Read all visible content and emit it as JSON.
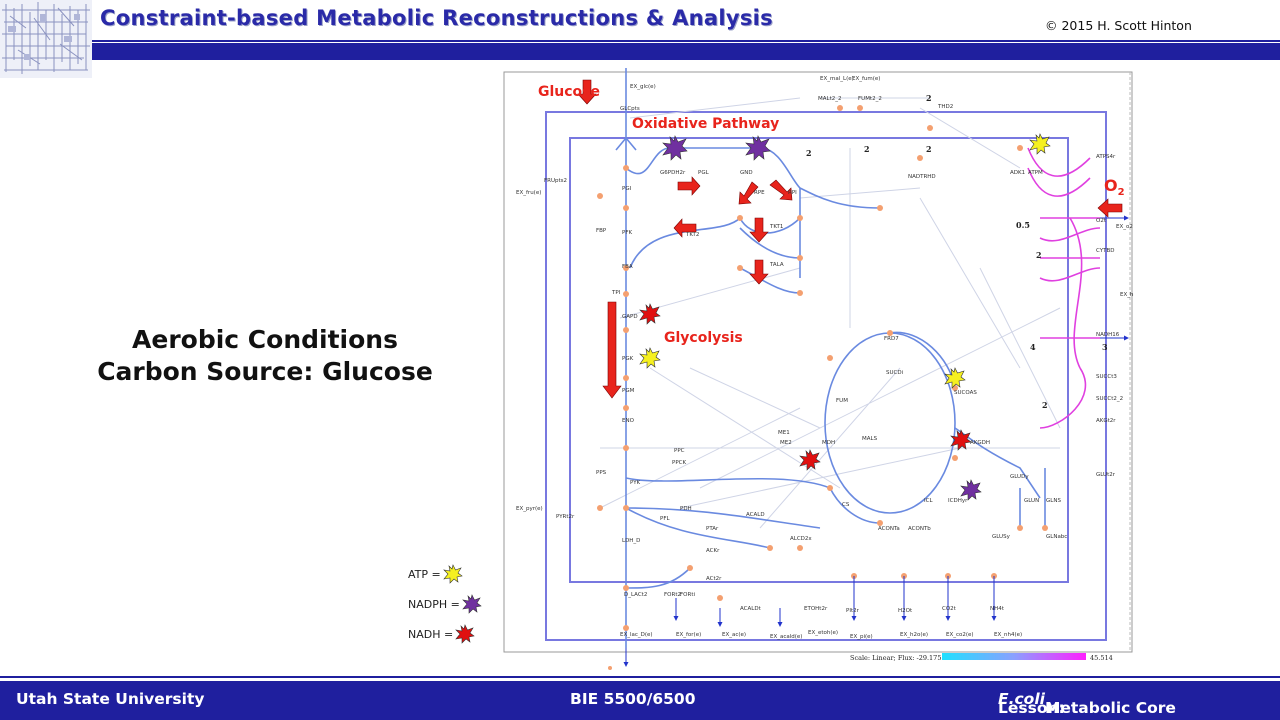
{
  "header": {
    "title": "Constraint-based Metabolic Reconstructions & Analysis",
    "copyright": "© 2015 H. Scott Hinton"
  },
  "slide": {
    "condition_line1": "Aerobic Conditions",
    "condition_line2": "Carbon Source: Glucose"
  },
  "legend": {
    "atp_label": "ATP =",
    "nadph_label": "NADPH =",
    "nadh_label": "NADH =",
    "atp_color": "#f5f020",
    "nadph_color": "#7030a0",
    "nadh_color": "#e01010"
  },
  "map_labels": {
    "glucose": "Glucose",
    "oxidative_pathway": "Oxidative Pathway",
    "glycolysis": "Glycolysis",
    "o2": "O",
    "o2_sub": "2"
  },
  "map_reactions": {
    "ex_glc": "EX_glc(e)",
    "glcpts": "GLCpts",
    "pgi": "PGI",
    "pfk": "PFK",
    "fbp": "FBP",
    "fba": "FBA",
    "tpi": "TPI",
    "gapd": "GAPD",
    "pgk": "PGK",
    "pgm": "PGM",
    "eno": "ENO",
    "pyk": "PYK",
    "pps": "PPS",
    "ppc": "PPC",
    "ppck": "PPCK",
    "pdh": "PDH",
    "pfl": "PFL",
    "ldh": "LDH_D",
    "g6pdh": "G6PDH2r",
    "pgl": "PGL",
    "gnd": "GND",
    "rpe": "RPE",
    "rpi": "RPI",
    "tkt1": "TKT1",
    "tkt2": "TKT2",
    "tala": "TALA",
    "frupts": "FRUpts2",
    "ex_fru": "EX_fru(e)",
    "ex_mal": "EX_mal_L(e)",
    "ex_fum": "EX_fum(e)",
    "malt": "MALt2_2",
    "fumt": "FUMt2_2",
    "thd2": "THD2",
    "nadtrhd": "NADTRHD",
    "adk": "ADK1",
    "atpm": "ATPM",
    "atps4r": "ATPS4r",
    "o2t": "O2t",
    "ex_o2": "EX_o2",
    "cytbd": "CYTBD",
    "nadh16": "NADH16",
    "ex_h": "EX_h",
    "frd7": "FRD7",
    "succdi": "SUCDi",
    "fum": "FUM",
    "mdh": "MDH",
    "me1": "ME1",
    "me2": "ME2",
    "mals": "MALS",
    "cs": "CS",
    "acont_a": "ACONTa",
    "acont_b": "ACONTb",
    "icl": "ICL",
    "icdhyr": "ICDHyr",
    "akgdh": "AKGDH",
    "sucoas": "SUCOAS",
    "succt3": "SUCCt3",
    "succt2": "SUCCt2_2",
    "akgt2r": "AKGt2r",
    "glut2r": "GLUt2r",
    "gludy": "GLUDy",
    "glusy": "GLUSy",
    "glun": "GLUN",
    "glns": "GLNS",
    "glnabc": "GLNabc",
    "ptar": "PTAr",
    "ackr": "ACKr",
    "acald": "ACALD",
    "alcd2x": "ALCD2x",
    "actt2r": "ACt2r",
    "d_lact2": "D_LACt2",
    "fort2": "FORt2",
    "fort": "FORti",
    "acaldt": "ACALDt",
    "etoht2r": "ETOHt2r",
    "pit2r": "PIt2r",
    "h2ot": "H2Ot",
    "co2t": "CO2t",
    "nh4t": "NH4t",
    "ex_pyr": "EX_pyr(e)",
    "pyrt2r": "PYRt2r",
    "ex_lac": "EX_lac_D(e)",
    "ex_for": "EX_for(e)",
    "ex_ac": "EX_ac(e)",
    "ex_acald": "EX_acald(e)",
    "ex_etoh": "EX_etoh(e)",
    "ex_pi": "EX_pi(e)",
    "ex_h2o": "EX_h2o(e)",
    "ex_co2": "EX_co2(e)",
    "ex_nh4": "EX_nh4(e)"
  },
  "map_numbers": {
    "n1": "2",
    "n2": "2",
    "n3": "2",
    "n4": "2",
    "n5": "0.5",
    "n6": "2",
    "n7": "4",
    "n8": "3",
    "n9": "2"
  },
  "scale": {
    "text": "Scale: Linear; Flux: -29.1758",
    "max": "45.514"
  },
  "footer": {
    "left": "Utah State University",
    "center": "BIE 5500/6500",
    "right_prefix": "Lesson: ",
    "right_italic": "E.coli",
    "right_suffix": " Metabolic Core"
  }
}
